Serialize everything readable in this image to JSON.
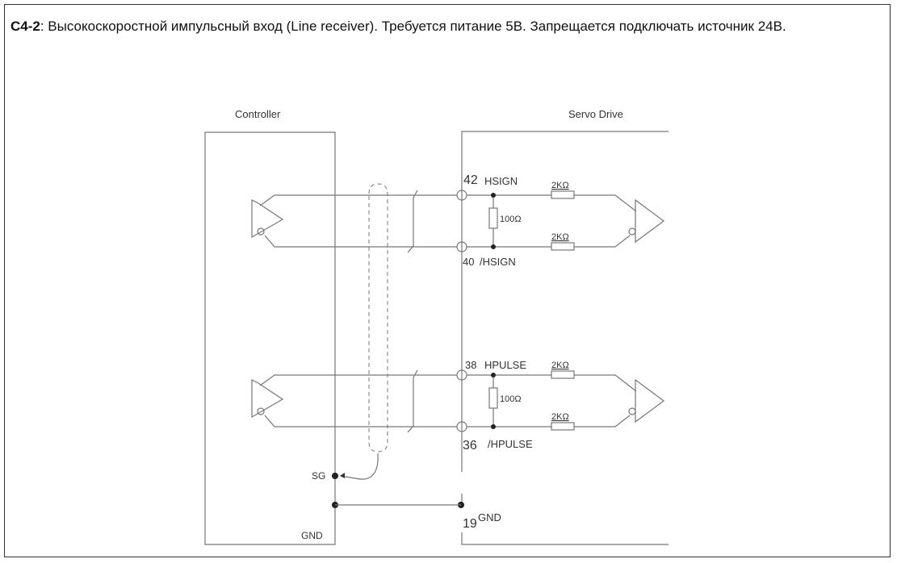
{
  "caption": {
    "code": "C4-2",
    "text": ": Высокоскоростной импульсный вход (Line receiver). Требуется питание 5В. Запрещается подключать источник 24В."
  },
  "diagram": {
    "controller_label": "Controller",
    "servo_label": "Servo Drive",
    "pins": {
      "p42": "42",
      "p42_name": "HSIGN",
      "p40": "40",
      "p40_name": "/HSIGN",
      "p38": "38",
      "p38_name": "HPULSE",
      "p36": "36",
      "p36_name": "/HPULSE",
      "p19": "19",
      "p19_name": "GND"
    },
    "resistors": {
      "series": "2KΩ",
      "term": "100Ω"
    },
    "controller_pins": {
      "sg": "SG",
      "gnd": "GND"
    }
  }
}
